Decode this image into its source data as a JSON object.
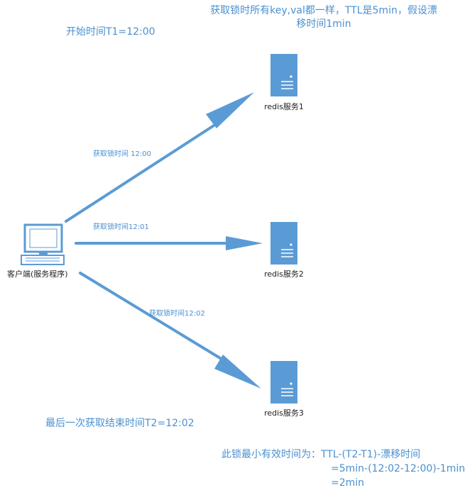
{
  "colors": {
    "accent": "#5b9bd5",
    "text_blue": "#4a90d0",
    "label_dark": "#222222",
    "server_stripe": "#ffffff"
  },
  "header": {
    "note_line1": "获取锁时所有key,val都一样，TTL是5min，假设漂",
    "note_line2": "移时间1min",
    "start_time": "开始时间T1=12:00"
  },
  "client": {
    "icon": "computer-monitor-icon",
    "label": "客户端(服务程序)"
  },
  "servers": [
    {
      "icon": "server-tower-icon",
      "label": "redis服务1"
    },
    {
      "icon": "server-tower-icon",
      "label": "redis服务2"
    },
    {
      "icon": "server-tower-icon",
      "label": "redis服务3"
    }
  ],
  "arrows": [
    {
      "label": "获取锁时间 12:00"
    },
    {
      "label": "获取锁时间12:01"
    },
    {
      "label": "获取锁时间12:02"
    }
  ],
  "footer": {
    "end_time": "最后一次获取结束时间T2=12:02",
    "formula_line1": "此锁最小有效时间为：TTL-(T2-T1)-漂移时间",
    "formula_line2": "=5min-(12:02-12:00)-1min",
    "formula_line3": "=2min"
  }
}
